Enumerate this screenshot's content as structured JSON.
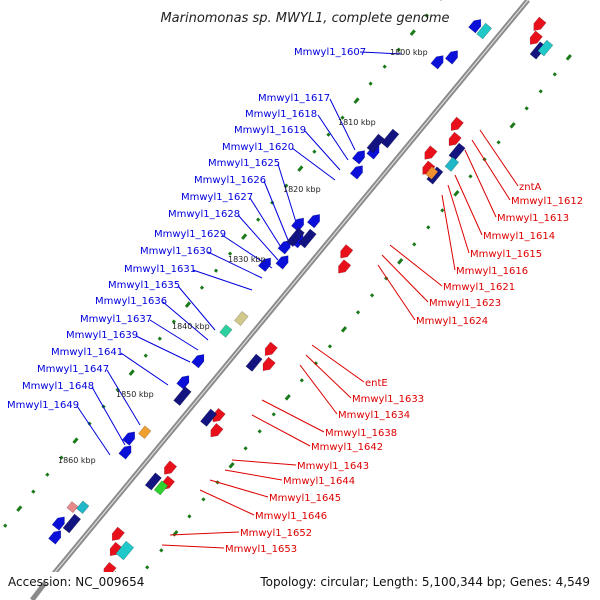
{
  "title": "Marinomonas sp. MWYL1, complete genome",
  "accession": "Accession: NC_009654",
  "topology": "Topology: circular; Length: 5,100,344 bp; Genes: 4,549",
  "colors": {
    "forward_label": "#0000dd",
    "reverse_label": "#dd0000",
    "backbone": "#8a8a8a",
    "tick": "#1a7a1a",
    "forward_gene": "#0a10d8",
    "reverse_gene": "#e8101a"
  },
  "kbp_marks": [
    "1800 kbp",
    "1810 kbp",
    "1820 kbp",
    "1830 kbp",
    "1840 kbp",
    "1850 kbp",
    "1860 kbp"
  ],
  "forward_labels": [
    "Mmwyl1_1607",
    "Mmwyl1_1617",
    "Mmwyl1_1618",
    "Mmwyl1_1619",
    "Mmwyl1_1620",
    "Mmwyl1_1625",
    "Mmwyl1_1626",
    "Mmwyl1_1627",
    "Mmwyl1_1628",
    "Mmwyl1_1629",
    "Mmwyl1_1630",
    "Mmwyl1_1631",
    "Mmwyl1_1635",
    "Mmwyl1_1636",
    "Mmwyl1_1637",
    "Mmwyl1_1639",
    "Mmwyl1_1641",
    "Mmwyl1_1647",
    "Mmwyl1_1648",
    "Mmwyl1_1649"
  ],
  "reverse_labels": [
    "zntA",
    "Mmwyl1_1612",
    "Mmwyl1_1613",
    "Mmwyl1_1614",
    "Mmwyl1_1615",
    "Mmwyl1_1616",
    "Mmwyl1_1621",
    "Mmwyl1_1623",
    "Mmwyl1_1624",
    "entE",
    "Mmwyl1_1633",
    "Mmwyl1_1634",
    "Mmwyl1_1638",
    "Mmwyl1_1642",
    "Mmwyl1_1643",
    "Mmwyl1_1644",
    "Mmwyl1_1645",
    "Mmwyl1_1646",
    "Mmwyl1_1652",
    "Mmwyl1_1653"
  ]
}
